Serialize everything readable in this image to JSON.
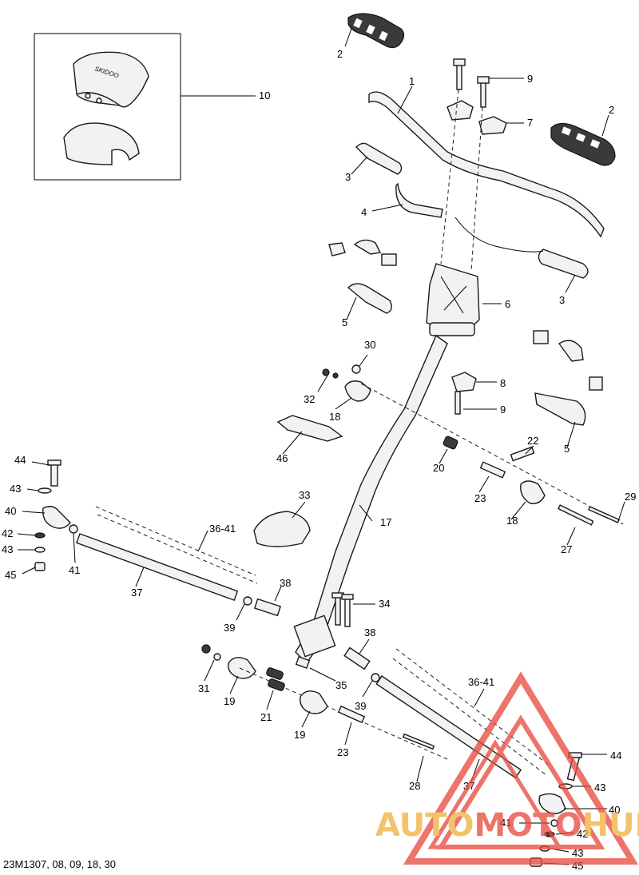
{
  "diagram": {
    "code": "23M1307, 08, 09, 18, 30",
    "callouts": {
      "c1": "1",
      "c2a": "2",
      "c2b": "2",
      "c3a": "3",
      "c3b": "3",
      "c4": "4",
      "c5a": "5",
      "c5b": "5",
      "c6": "6",
      "c7": "7",
      "c8": "8",
      "c9a": "9",
      "c9b": "9",
      "c10": "10",
      "c17": "17",
      "c18a": "18",
      "c18b": "18",
      "c19a": "19",
      "c19b": "19",
      "c20": "20",
      "c21": "21",
      "c22": "22",
      "c23a": "23",
      "c23b": "23",
      "c27": "27",
      "c28": "28",
      "c29": "29",
      "c30": "30",
      "c31": "31",
      "c32": "32",
      "c33": "33",
      "c34": "34",
      "c35": "35",
      "c36a": "36-41",
      "c36b": "36-41",
      "c37a": "37",
      "c37b": "37",
      "c38a": "38",
      "c38b": "38",
      "c39a": "39",
      "c39b": "39",
      "c40a": "40",
      "c40b": "40",
      "c41a": "41",
      "c41b": "41",
      "c42a": "42",
      "c42b": "42",
      "c43a": "43",
      "c43b": "43",
      "c43c": "43",
      "c43d": "43",
      "c44a": "44",
      "c44b": "44",
      "c45a": "45",
      "c45b": "45",
      "c46": "46"
    }
  },
  "watermark": {
    "part1": "AUTO",
    "part2": "MOTO",
    "part3": "HUB",
    "color_primary": "#e8463a",
    "color_secondary": "#f0b03c"
  }
}
